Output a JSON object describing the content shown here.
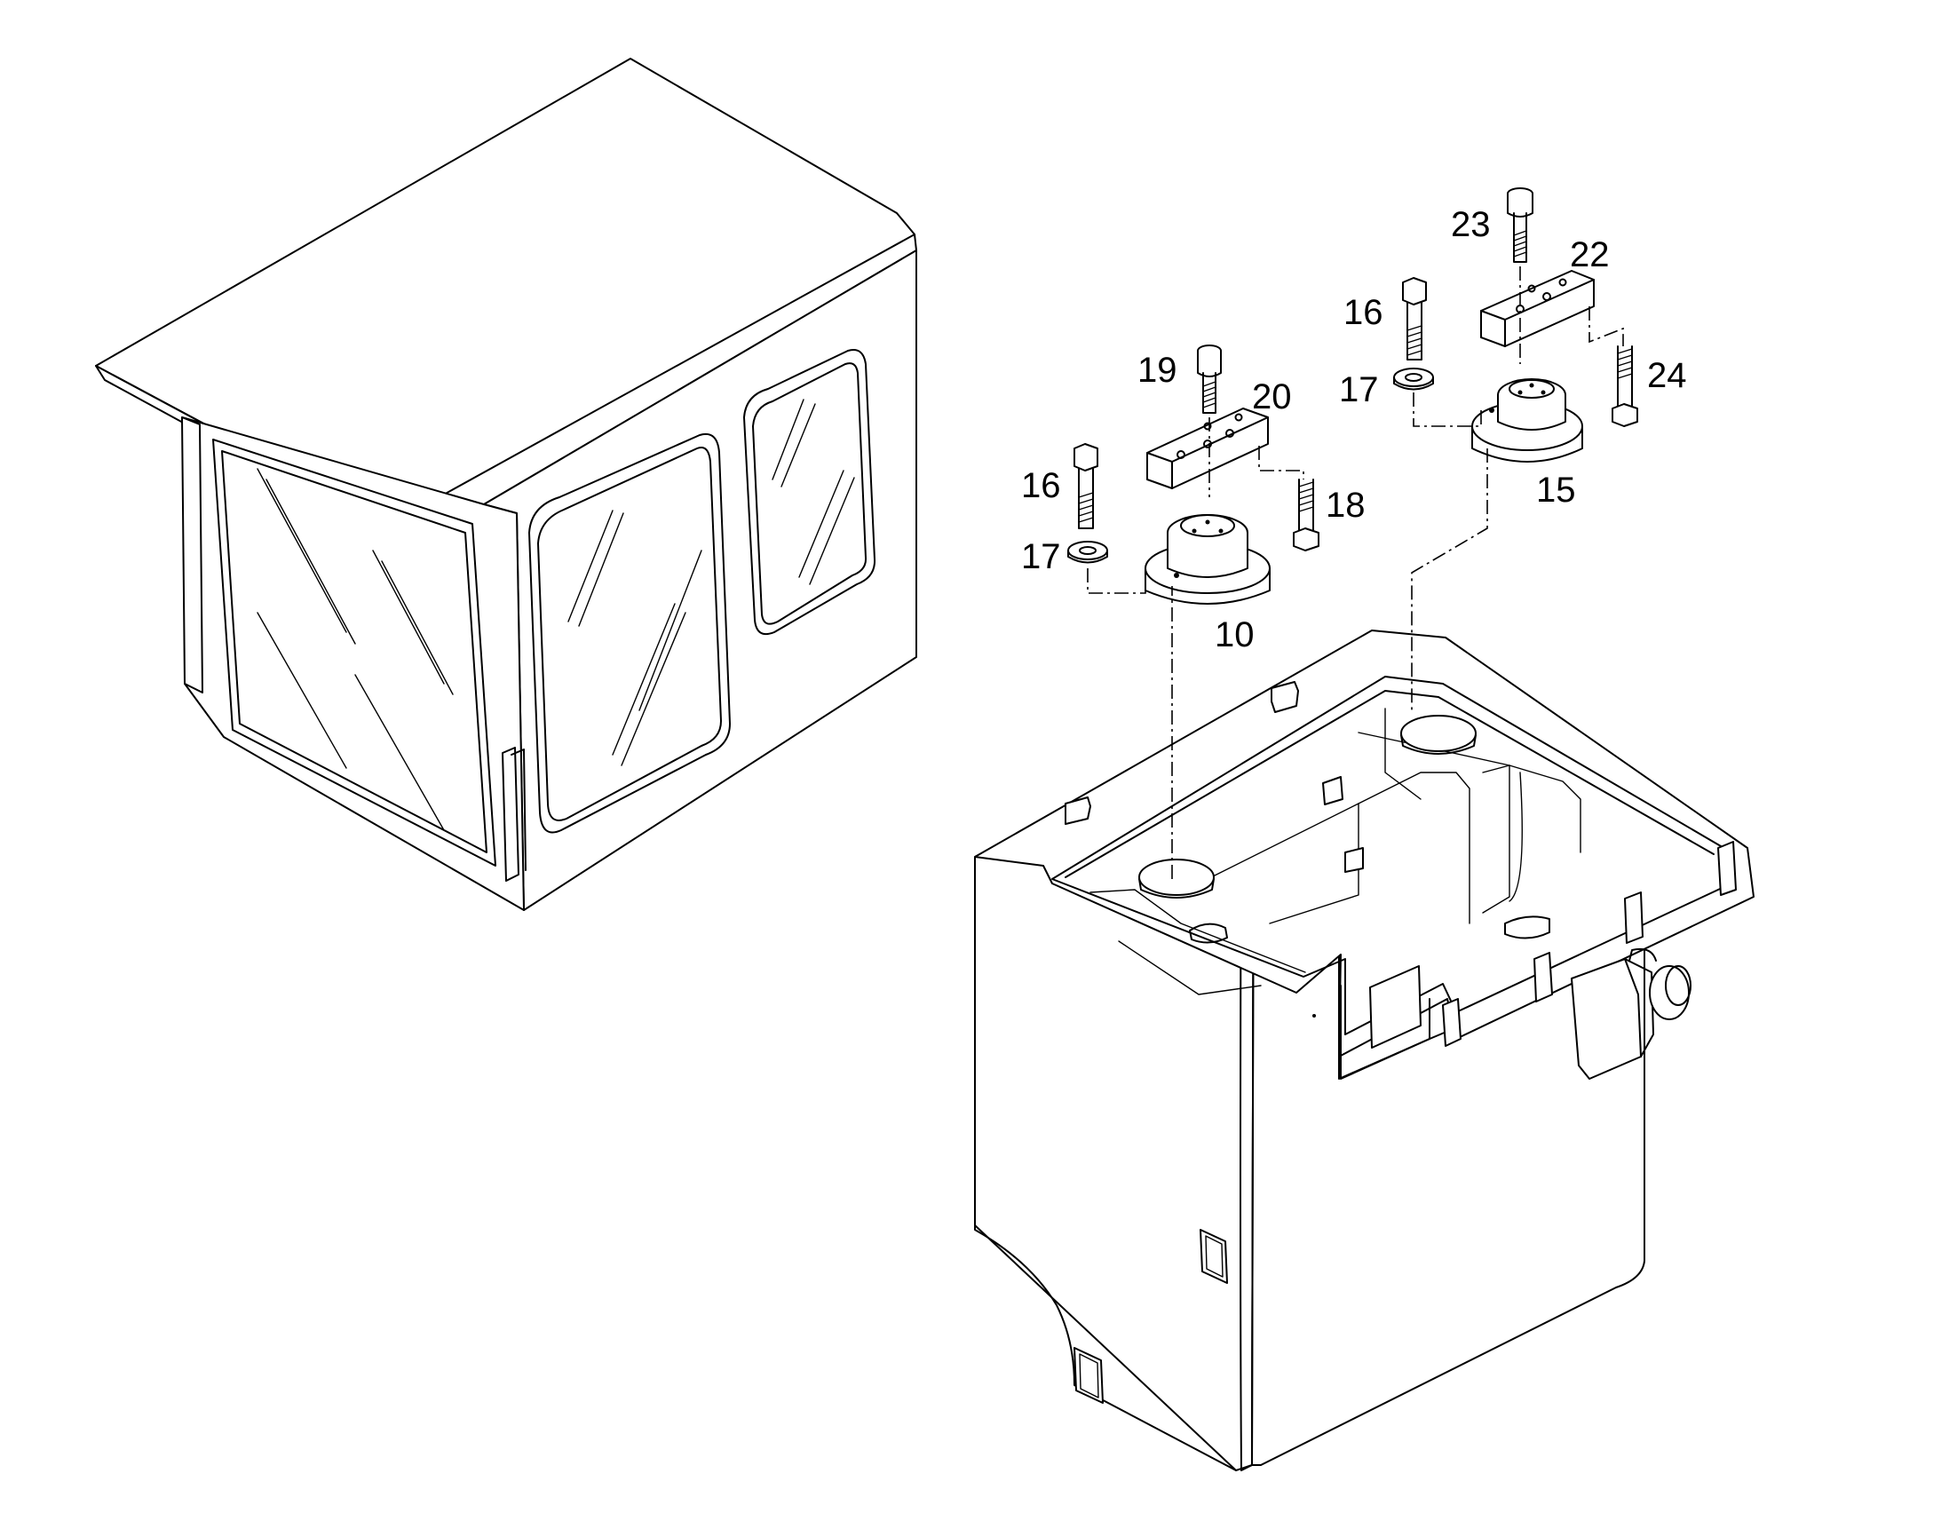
{
  "diagram": {
    "callouts": [
      {
        "id": "c-23",
        "text": "23"
      },
      {
        "id": "c-22",
        "text": "22"
      },
      {
        "id": "c-16b",
        "text": "16"
      },
      {
        "id": "c-17b",
        "text": "17"
      },
      {
        "id": "c-24",
        "text": "24"
      },
      {
        "id": "c-15",
        "text": "15"
      },
      {
        "id": "c-19",
        "text": "19"
      },
      {
        "id": "c-20",
        "text": "20"
      },
      {
        "id": "c-16a",
        "text": "16"
      },
      {
        "id": "c-18",
        "text": "18"
      },
      {
        "id": "c-17a",
        "text": "17"
      },
      {
        "id": "c-10",
        "text": "10"
      }
    ]
  }
}
